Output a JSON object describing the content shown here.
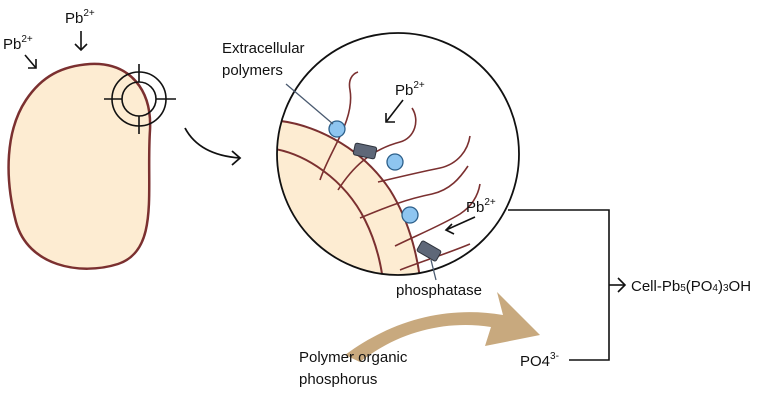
{
  "ions": {
    "lead": "Pb",
    "lead_charge": "2+",
    "phosphate": "PO4",
    "phosphate_charge": "3-"
  },
  "labels": {
    "extracellular_line1": "Extracellular",
    "extracellular_line2": "polymers",
    "phosphatase": "phosphatase",
    "product_prefix": "Cell-Pb",
    "product_sub1": "5",
    "product_mid": "(PO",
    "product_sub2": "4",
    "product_mid2": ")",
    "product_sub3": "3",
    "product_suffix": "OH",
    "substrate_line1": "Polymer organic",
    "substrate_line2": "phosphorus"
  },
  "colors": {
    "cell_fill": "#fdecd2",
    "cell_outline": "#7b3030",
    "polymer_strand": "#7b3030",
    "binding_bead": "#8ec5f0",
    "bead_outline": "#2c5f8a",
    "phosphatase_enzyme": "#5e6778",
    "substrate_arrow": "#c8a97e",
    "line": "#111111"
  }
}
